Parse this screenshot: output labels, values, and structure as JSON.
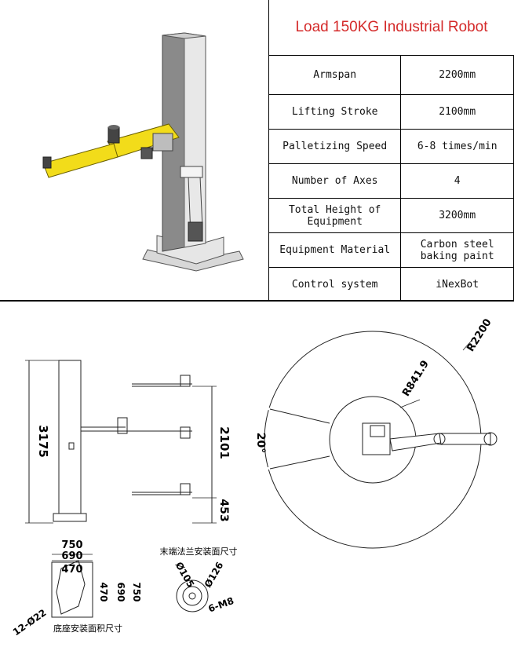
{
  "header": {
    "title": "Load 150KG Industrial Robot"
  },
  "specs": [
    {
      "label": "Armspan",
      "value": "2200mm"
    },
    {
      "label": "Lifting Stroke",
      "value": "2100mm"
    },
    {
      "label": "Palletizing Speed",
      "value": "6-8 times/min"
    },
    {
      "label": "Number of Axes",
      "value": "4"
    },
    {
      "label": "Total Height of Equipment",
      "value": "3200mm"
    },
    {
      "label": "Equipment Material",
      "value": "Carbon steel baking paint"
    },
    {
      "label": "Control system",
      "value": "iNexBot"
    }
  ],
  "drawing": {
    "height_total": "3175",
    "lift_stroke": "2101",
    "base_offset": "453",
    "angle": "20°",
    "radius_outer": "R2200",
    "radius_inner": "R841.9",
    "base_750": "750",
    "base_690": "690",
    "base_470": "470",
    "base_holes": "12-Ø22",
    "base_label": "底座安装面积尺寸",
    "flange_label": "末端法兰安装面尺寸",
    "flange_d105": "Ø105",
    "flange_d126": "Ø126",
    "flange_bolts": "6-M8",
    "base_icon": "⊞"
  },
  "colors": {
    "robot_yellow": "#f2dc1a",
    "title_red": "#d42a2a",
    "column_gray": "#8a8a8a"
  }
}
